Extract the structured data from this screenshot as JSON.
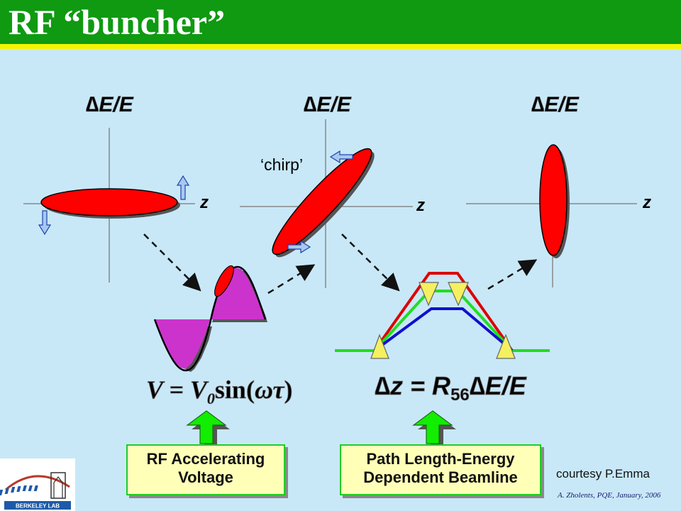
{
  "title": "RF “buncher”",
  "axis_labels": {
    "energy": "∆E/E",
    "position": "z"
  },
  "chirp_label": "‘chirp’",
  "equations": {
    "rf_voltage": {
      "lhs": "V",
      "equals": " = V",
      "subscript": "0",
      "func": "sin(",
      "omega": "ω",
      "tau": "τ",
      "close": ")"
    },
    "path_length": {
      "delta": "∆",
      "z": "z",
      "equals": " = R",
      "subscript": "56",
      "rhs": "∆E/E"
    }
  },
  "boxes": {
    "rf": {
      "line1": "RF Accelerating",
      "line2": "Voltage"
    },
    "path": {
      "line1": "Path Length-Energy",
      "line2": "Dependent Beamline"
    }
  },
  "courtesy": "courtesy P.Emma",
  "footer": "A. Zholents, PQE, January, 2006",
  "logo_text": "BERKELEY LAB",
  "colors": {
    "title_bg": "#0f9a12",
    "title_rule": "#f4f400",
    "background": "#c8e8f8",
    "bunch": "#ff0000",
    "rf_wave": "#cc33cc",
    "arrow_blue": "#a8c8f0",
    "arrow_green": "#11ee00",
    "path_red": "#dd0000",
    "path_green": "#22dd22",
    "path_blue": "#1010cc",
    "magnet": "#f4f060"
  }
}
